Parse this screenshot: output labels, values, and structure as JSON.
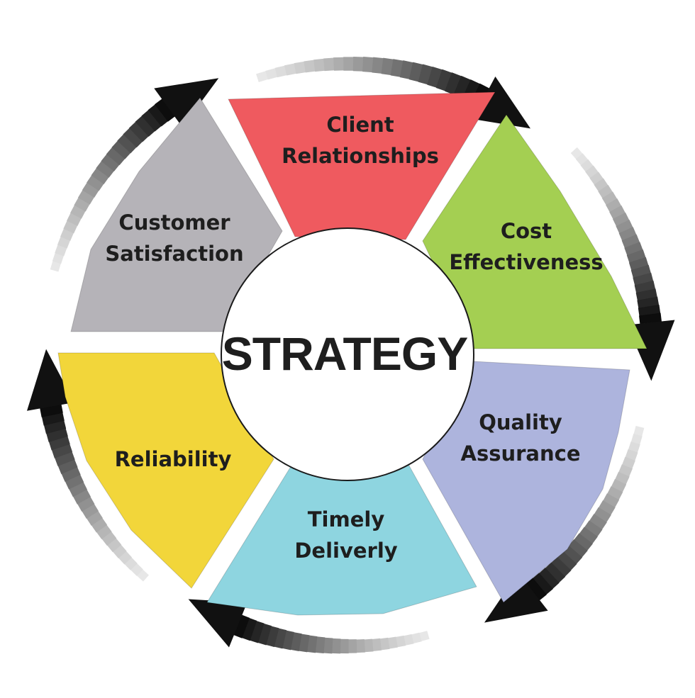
{
  "center": {
    "label": "STRATEGY"
  },
  "segments": [
    {
      "key": "client-relationships",
      "lines": [
        "Client",
        "Relationships"
      ],
      "color": "#ef5a5f"
    },
    {
      "key": "cost-effectiveness",
      "lines": [
        "Cost",
        "Effectiveness"
      ],
      "color": "#a4cf52"
    },
    {
      "key": "quality-assurance",
      "lines": [
        "Quality",
        "Assurance"
      ],
      "color": "#adb4dd"
    },
    {
      "key": "timely-deliverly",
      "lines": [
        "Timely",
        "Deliverly"
      ],
      "color": "#8ed5e0"
    },
    {
      "key": "reliability",
      "lines": [
        "Reliability"
      ],
      "color": "#f2d63a"
    },
    {
      "key": "customer-satisfaction",
      "lines": [
        "Customer",
        "Satisfaction"
      ],
      "color": "#b5b3b8"
    }
  ],
  "arrows": {
    "color": "#111111",
    "direction": "clockwise"
  }
}
